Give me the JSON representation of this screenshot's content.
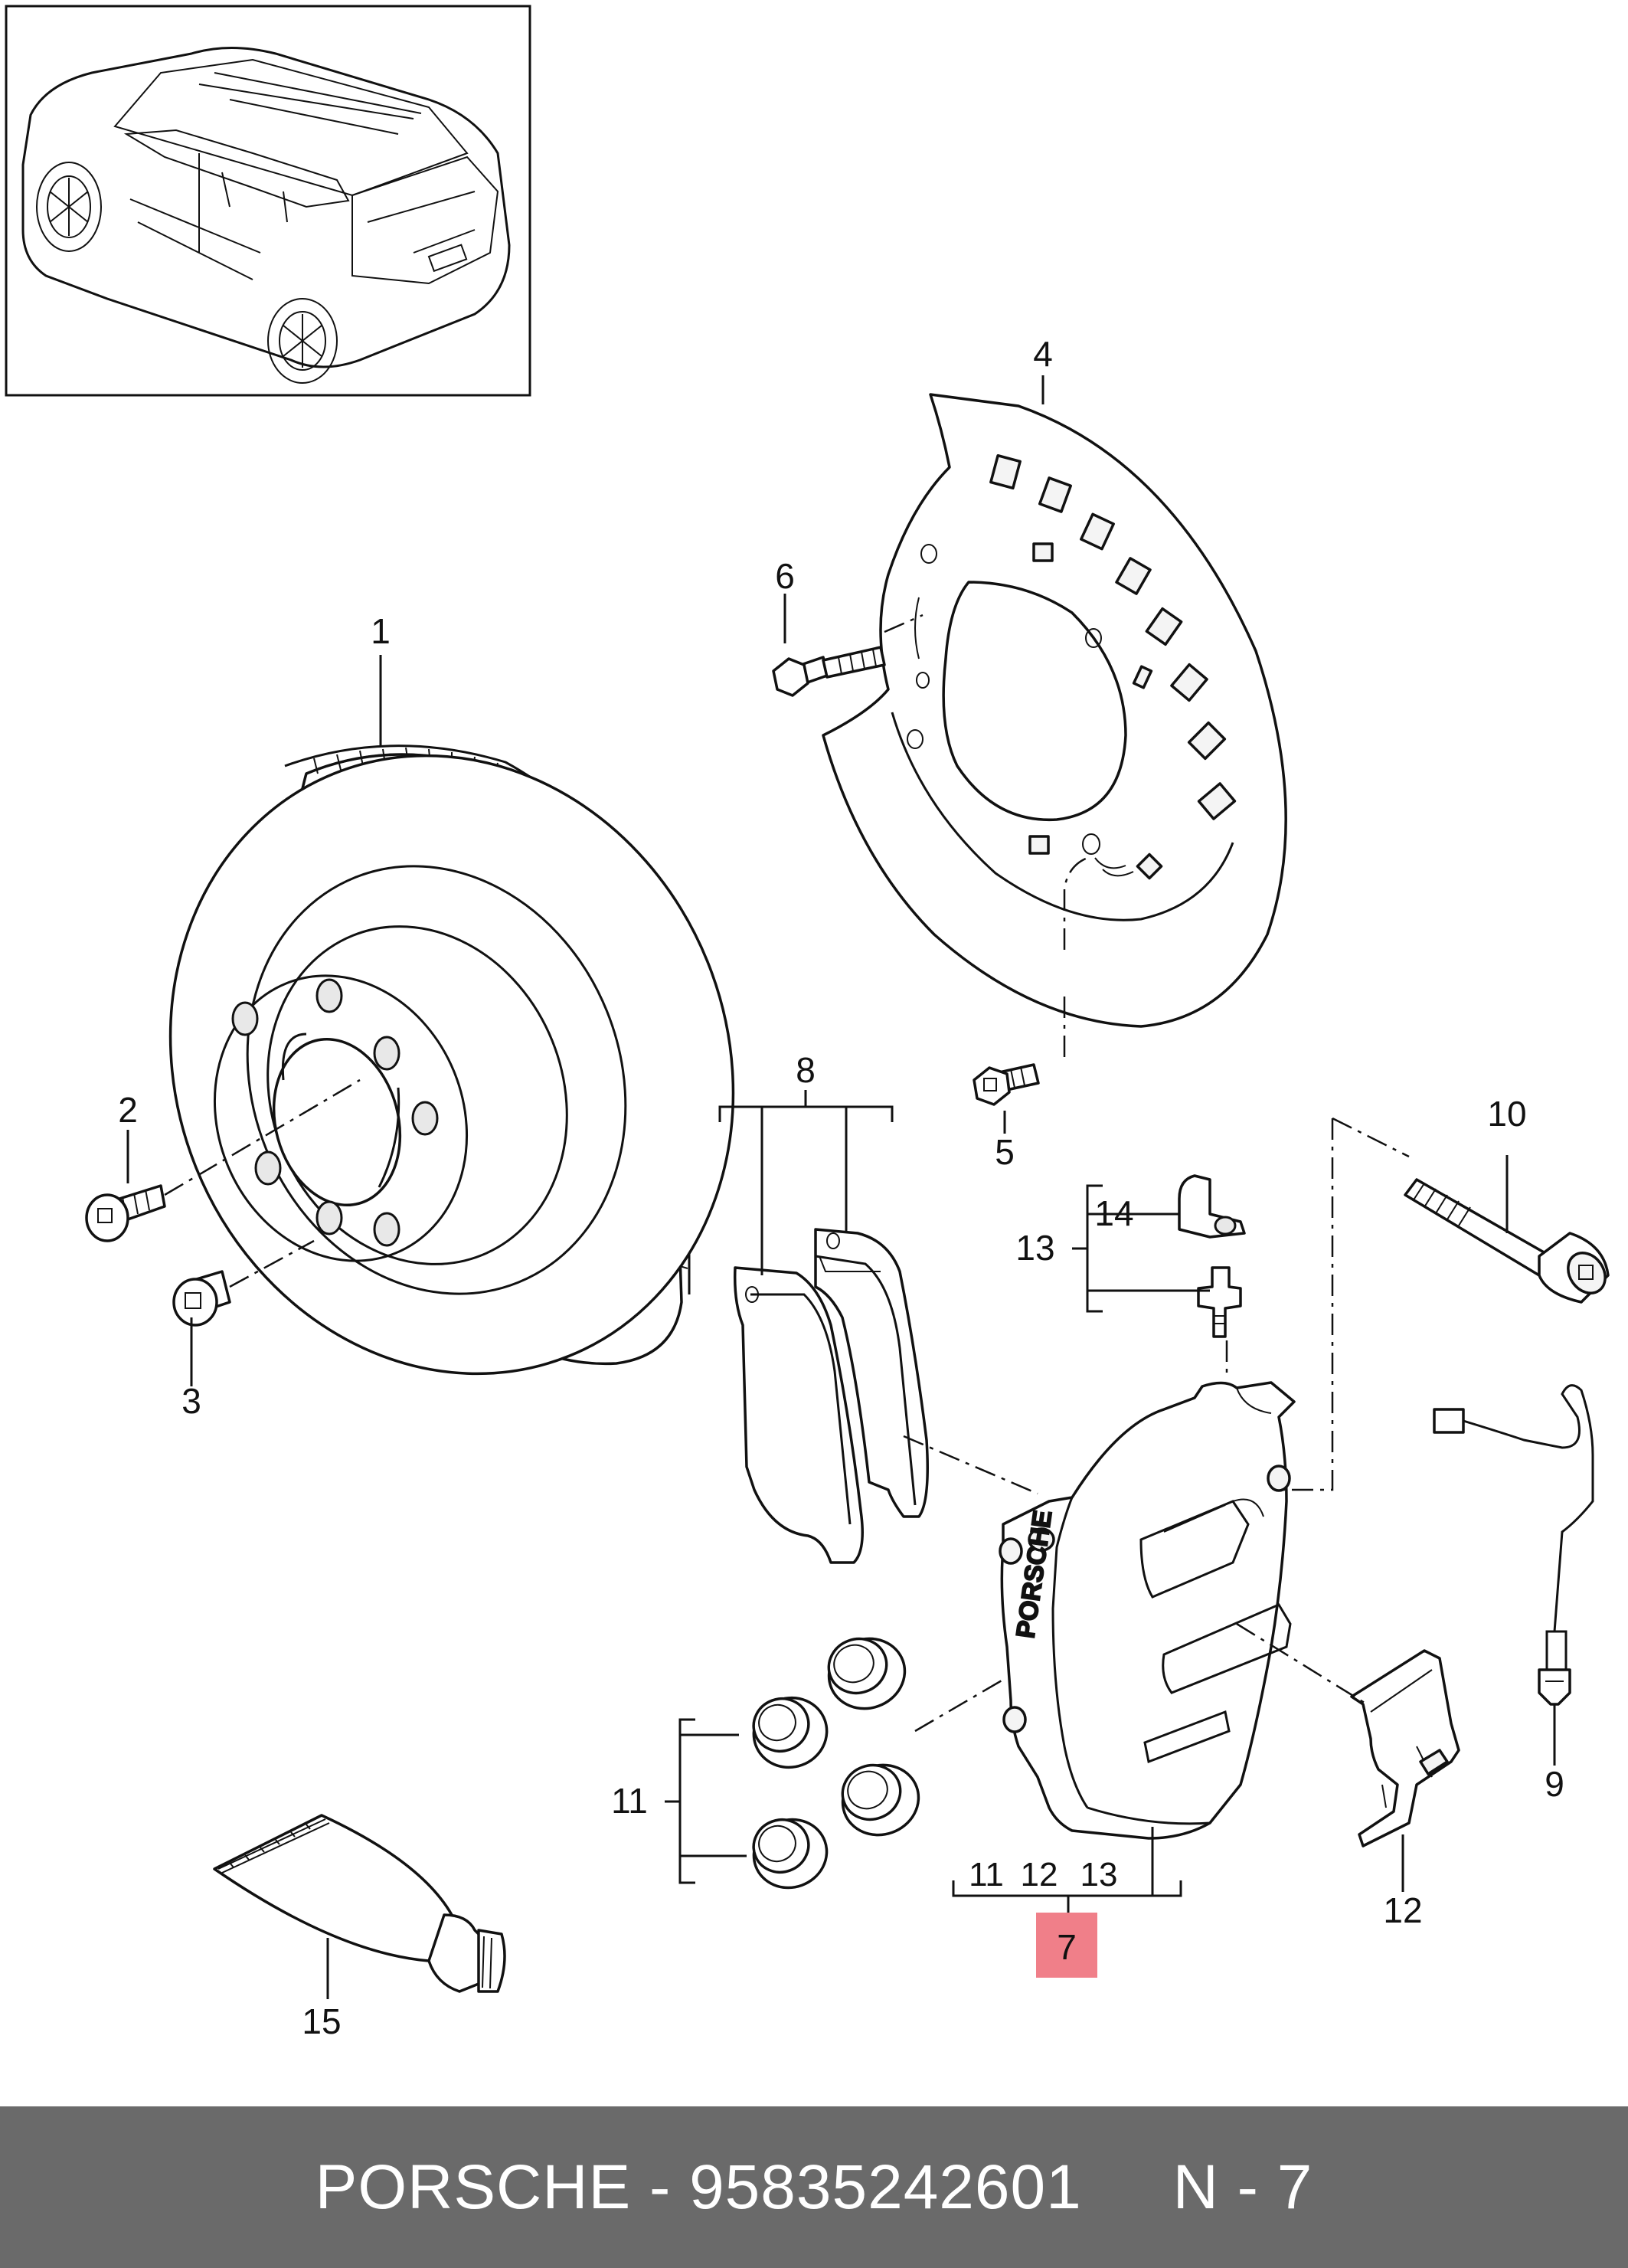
{
  "callouts": {
    "c1": "1",
    "c2": "2",
    "c3": "3",
    "c4": "4",
    "c5": "5",
    "c6": "6",
    "c7": "7",
    "c8": "8",
    "c9": "9",
    "c10": "10",
    "c11": "11",
    "c12": "12",
    "c13": "13",
    "c14": "14",
    "c15": "15"
  },
  "group_7": {
    "sub_a": "11",
    "sub_b": "12",
    "sub_c": "13"
  },
  "highlight_color": "#f07f89",
  "footer": {
    "brand": "PORSCHE",
    "separator": "-",
    "part_number": "95835242601",
    "page_ref": "N - 7"
  },
  "footer_bg": "#6a6a6a",
  "icons": [
    "car-thumbnail",
    "brake-disc",
    "disc-bolt",
    "plug",
    "dust-shield",
    "shield-bolt",
    "brake-pads",
    "caliper",
    "bleed-screw",
    "caliper-bolt",
    "wear-sensor",
    "spring-clip",
    "piston-seals",
    "grease-tube"
  ]
}
